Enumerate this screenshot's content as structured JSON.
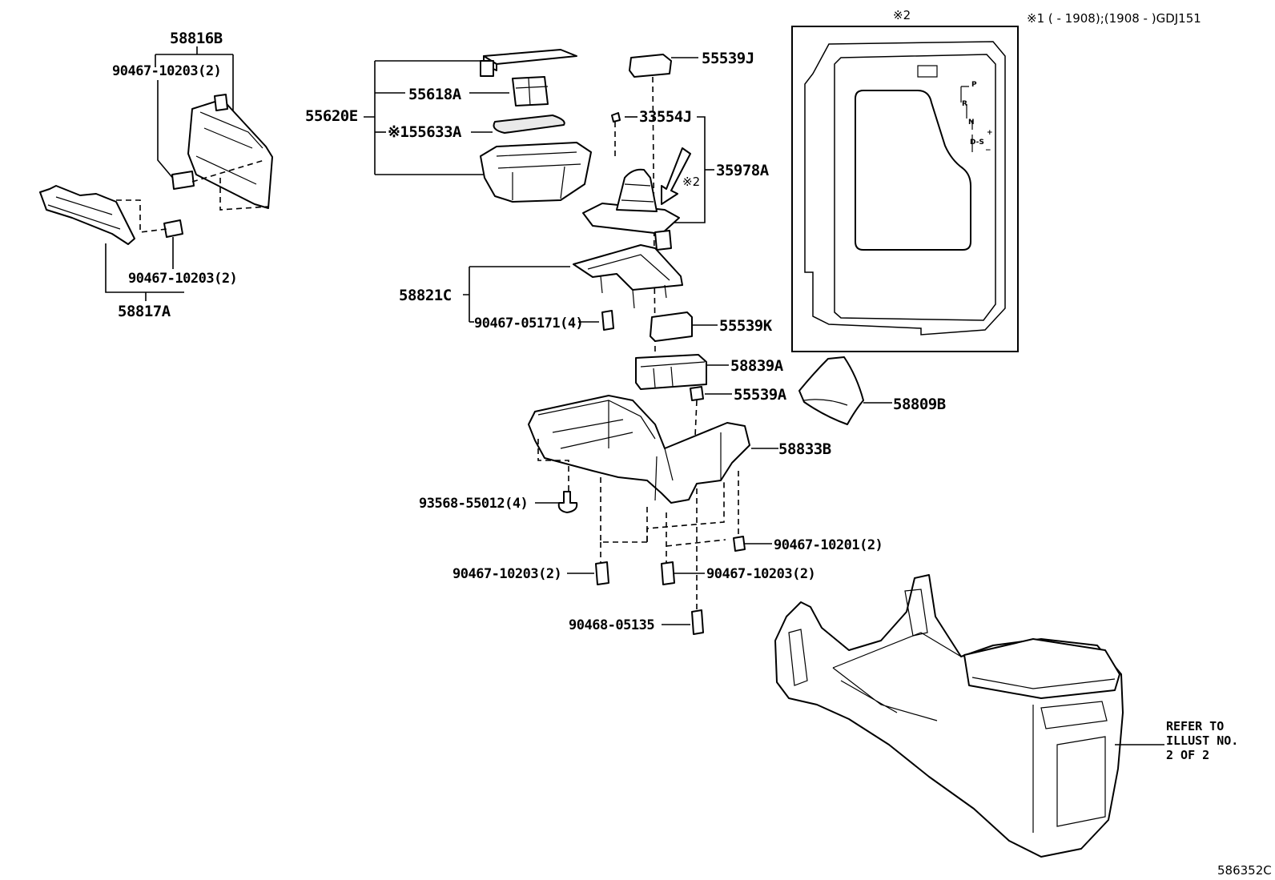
{
  "labels": {
    "p58816B": "58816B",
    "p90467_10203_2_top": "90467-10203(2)",
    "p90467_10203_2_left": "90467-10203(2)",
    "p58817A": "58817A",
    "p55620E": "55620E",
    "p55618A": "55618A",
    "p55633A": "※155633A",
    "p55539J": "55539J",
    "p33554J": "33554J",
    "p35978A": "35978A",
    "mark2_arrow": "※2",
    "p58821C": "58821C",
    "p90467_05171_4": "90467-05171(4)",
    "p55539K": "55539K",
    "p58839A": "58839A",
    "p55539A": "55539A",
    "p58809B": "58809B",
    "p58833B": "58833B",
    "p93568_55012_4": "93568-55012(4)",
    "p90467_10201_2": "90467-10201(2)",
    "p90467_10203_2_a": "90467-10203(2)",
    "p90467_10203_2_b": "90467-10203(2)",
    "p90468_05135": "90468-05135"
  },
  "inset": {
    "title": "※2",
    "gear_p": "P",
    "gear_r": "R",
    "gear_n": "N",
    "gear_ds": "D-S",
    "gear_plus": "+",
    "gear_minus": "−"
  },
  "header_note": "※1 (      - 1908);(1908 -      )GDJ151",
  "refer": {
    "line1": "REFER TO",
    "line2": "ILLUST NO.",
    "line3": "2 OF 2"
  },
  "diagram_id": "586352C"
}
